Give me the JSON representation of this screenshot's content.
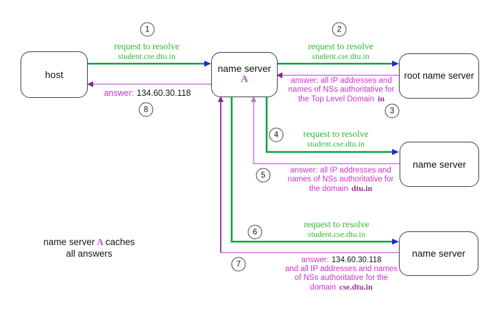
{
  "nodes": {
    "host": {
      "label": "host"
    },
    "ns_a": {
      "label": "name server",
      "sub": "A"
    },
    "root": {
      "label": "root name server"
    },
    "ns_mid": {
      "label": "name server"
    },
    "ns_bot": {
      "label": "name server"
    }
  },
  "steps": {
    "s1": "1",
    "s2": "2",
    "s3": "3",
    "s4": "4",
    "s5": "5",
    "s6": "6",
    "s7": "7",
    "s8": "8"
  },
  "messages": {
    "req1": {
      "line1": "request to resolve",
      "line2": "student.cse.dtu.in"
    },
    "req2": {
      "line1": "request to resolve",
      "line2": "student.cse.dtu.in"
    },
    "ans3": {
      "line1": "answer: all IP addresses and",
      "line2": "names of NSs authoritative for",
      "line3": "the Top Level Domain",
      "domain": "in"
    },
    "req4": {
      "line1": "request to resolve",
      "line2": "student.cse.dtu.in"
    },
    "ans5": {
      "line1": "answer: all IP addresses and",
      "line2": "names of NSs authoritative for",
      "line3": "the domain",
      "domain": "dtu.in"
    },
    "req6": {
      "line1": "request to resolve",
      "line2": "student.cse.dtu.in"
    },
    "ans7": {
      "line1a": "answer:",
      "line1b": "134.60.30.118",
      "line2": "and all IP addresses and names",
      "line3": "of NSs authoritative for the",
      "line4": "domain",
      "domain": "cse.dtu.in"
    },
    "ans8": {
      "prefix": "answer:",
      "value": "134.60.30.118"
    }
  },
  "note": {
    "part1": "name server",
    "part2": "A",
    "part3": "caches",
    "line2": "all answers"
  },
  "colors": {
    "request_line": "#00a33c",
    "request_text": "#2eb82e",
    "request_arrowhead": "#2323dc",
    "answer_line": "#c878d2",
    "answer_text": "#cc33cc",
    "answer_arrow_dark": "#8b2394",
    "domain_text": "#993399",
    "ns_a_accent": "#b75bc4",
    "node_border": "#3c3c3c"
  }
}
